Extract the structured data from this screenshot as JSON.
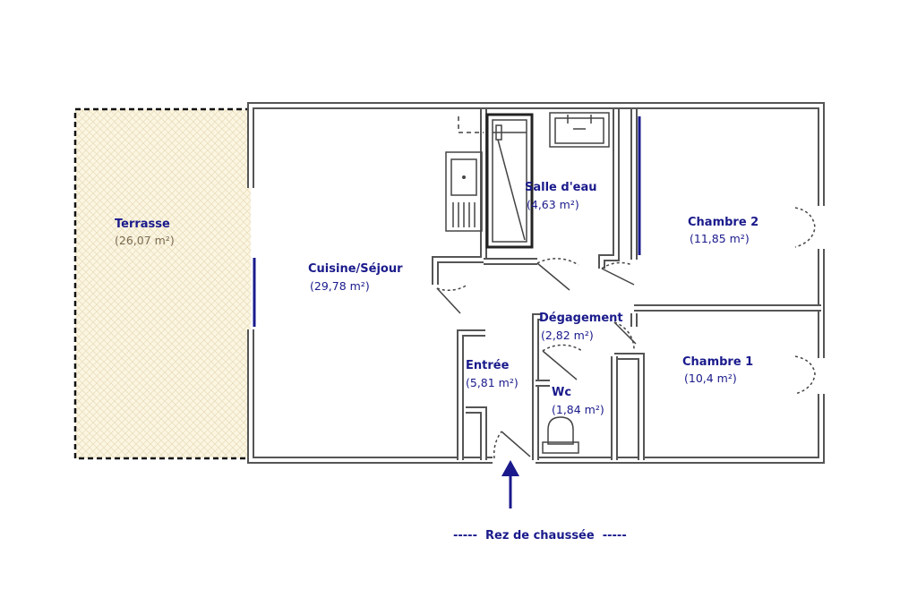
{
  "rooms": {
    "terrasse": {
      "name": "Terrasse",
      "area": "(26,07 m²)"
    },
    "cuisine": {
      "name": "Cuisine/Séjour",
      "area": "(29,78 m²)"
    },
    "salle_eau": {
      "name": "Salle d'eau",
      "area": "(4,63 m²)"
    },
    "chambre2": {
      "name": "Chambre 2",
      "area": "(11,85 m²)"
    },
    "degagement": {
      "name": "Dégagement",
      "area": "(2,82 m²)"
    },
    "chambre1": {
      "name": "Chambre 1",
      "area": "(10,4 m²)"
    },
    "entree": {
      "name": "Entrée",
      "area": "(5,81 m²)"
    },
    "wc": {
      "name": "Wc",
      "area": "(1,84 m²)"
    }
  },
  "caption": "-----  Rez de chaussée  -----",
  "colors": {
    "label": "#1a1a8c",
    "terrace_fill": "#fbf5e2",
    "wall": "#555555",
    "entrance_arrow": "#1a1a8c"
  },
  "icons": [
    "entrance-arrow-icon",
    "sink-icon",
    "shower-icon",
    "toilet-icon",
    "door-swing-icon"
  ]
}
